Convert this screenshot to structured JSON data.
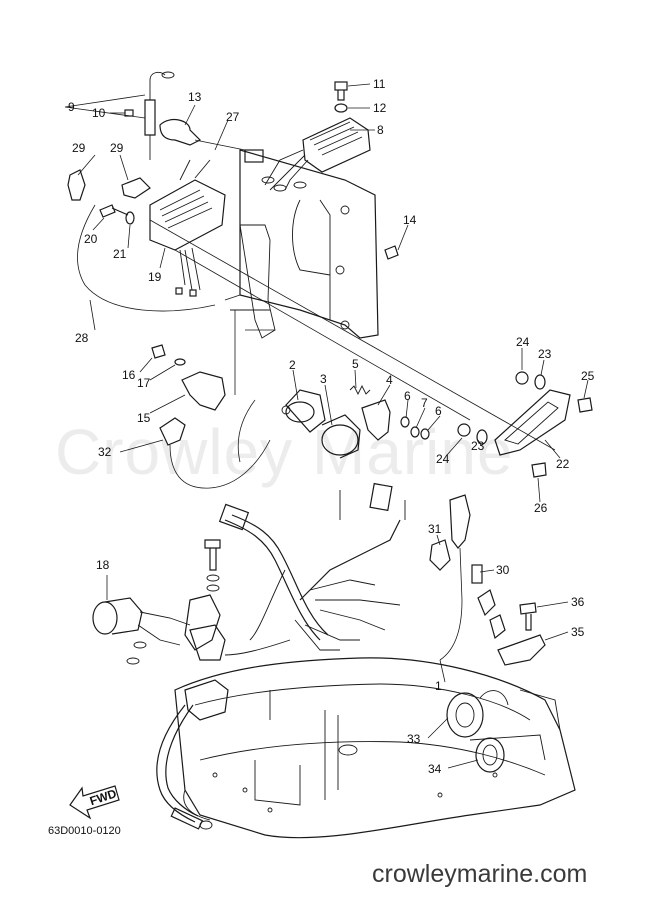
{
  "watermark": "Crowley Marine",
  "drawing_code": "63D0010-0120",
  "website": "crowleymarine.com",
  "fwd_label": "FWD",
  "callouts": {
    "c1": "1",
    "c2": "2",
    "c3": "3",
    "c4": "4",
    "c5": "5",
    "c6a": "6",
    "c6b": "6",
    "c7": "7",
    "c8": "8",
    "c9": "9",
    "c10": "10",
    "c11": "11",
    "c12": "12",
    "c13": "13",
    "c14": "14",
    "c15": "15",
    "c16": "16",
    "c17": "17",
    "c18": "18",
    "c19": "19",
    "c20": "20",
    "c21": "21",
    "c22": "22",
    "c23a": "23",
    "c23b": "23",
    "c24a": "24",
    "c24b": "24",
    "c25": "25",
    "c26": "26",
    "c27": "27",
    "c28": "28",
    "c29a": "29",
    "c29b": "29",
    "c30": "30",
    "c31": "31",
    "c32": "32",
    "c33": "33",
    "c34": "34",
    "c35": "35",
    "c36": "36"
  }
}
